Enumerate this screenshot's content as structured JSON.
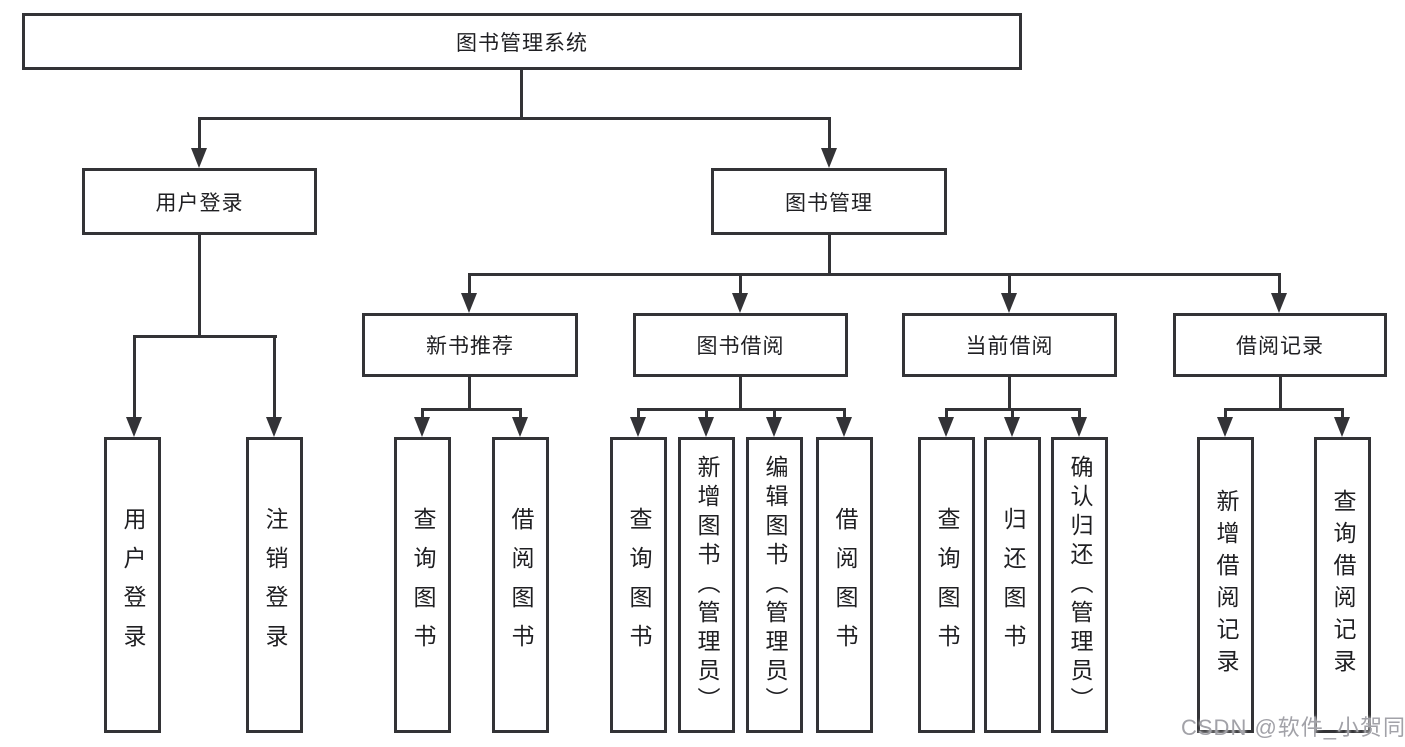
{
  "colors": {
    "line": "#333336",
    "text": "#1f1f22",
    "bg": "#ffffff",
    "watermark": "#a2a2a8"
  },
  "watermark": {
    "text": "CSDN @软件_小贺同学"
  },
  "tree": {
    "root": {
      "label": "图书管理系统",
      "children": [
        {
          "label": "用户登录",
          "children": [
            {
              "label": "用户登录"
            },
            {
              "label": "注销登录"
            }
          ]
        },
        {
          "label": "图书管理",
          "children": [
            {
              "label": "新书推荐",
              "children": [
                {
                  "label": "查询图书"
                },
                {
                  "label": "借阅图书"
                }
              ]
            },
            {
              "label": "图书借阅",
              "children": [
                {
                  "label": "查询图书"
                },
                {
                  "label": "新增图书（管理员）"
                },
                {
                  "label": "编辑图书（管理员）"
                },
                {
                  "label": "借阅图书"
                }
              ]
            },
            {
              "label": "当前借阅",
              "children": [
                {
                  "label": "查询图书"
                },
                {
                  "label": "归还图书"
                },
                {
                  "label": "确认归还（管理员）"
                }
              ]
            },
            {
              "label": "借阅记录",
              "children": [
                {
                  "label": "新增借阅记录"
                },
                {
                  "label": "查询借阅记录"
                }
              ]
            }
          ]
        }
      ]
    }
  }
}
